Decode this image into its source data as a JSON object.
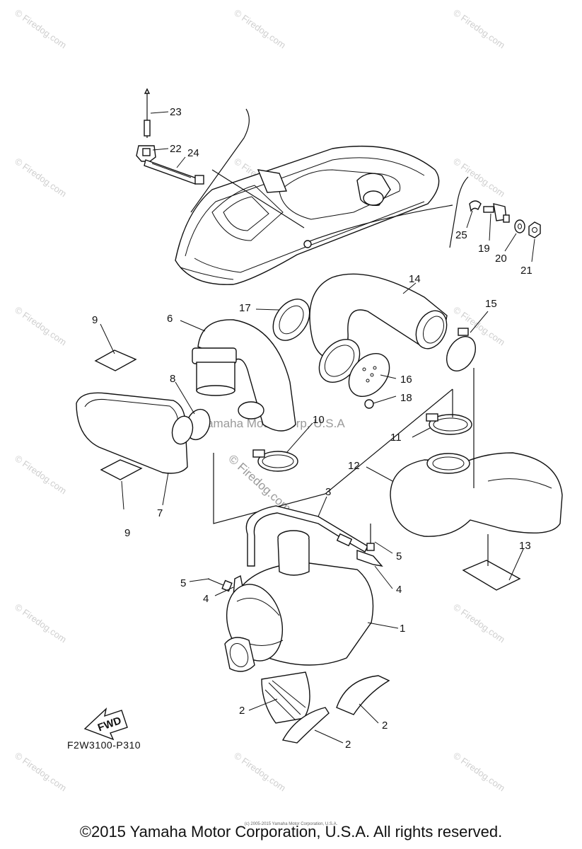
{
  "watermark": "© Firedog.com",
  "center_watermark_1": "Yamaha Motor Corp, U.S.A",
  "center_watermark_2": "© Firedog.com",
  "diagram_code": "F2W3100-P310",
  "fwd_label": "FWD",
  "copyright": "©2015 Yamaha Motor Corporation, U.S.A. All rights reserved.",
  "copyright_small": "(c) 2005-2015 Yamaha Motor Corporation, U.S.A.",
  "labels": {
    "p1": "1",
    "p2a": "2",
    "p2b": "2",
    "p2c": "2",
    "p3": "3",
    "p4a": "4",
    "p4b": "4",
    "p5a": "5",
    "p5b": "5",
    "p6": "6",
    "p7": "7",
    "p8": "8",
    "p9a": "9",
    "p9b": "9",
    "p10": "10",
    "p11": "11",
    "p12": "12",
    "p13": "13",
    "p14": "14",
    "p15": "15",
    "p16": "16",
    "p17": "17",
    "p18": "18",
    "p19": "19",
    "p20": "20",
    "p21": "21",
    "p22": "22",
    "p23": "23",
    "p24": "24",
    "p25": "25"
  }
}
